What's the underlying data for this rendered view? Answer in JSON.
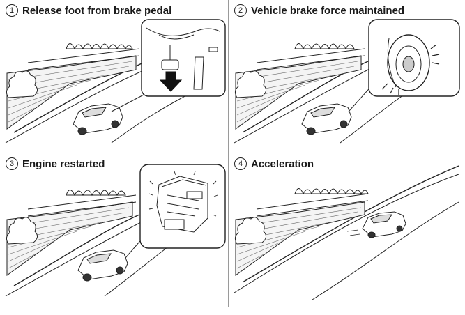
{
  "panels": [
    {
      "number": "1",
      "title": "Release foot from brake pedal"
    },
    {
      "number": "2",
      "title": "Vehicle brake force maintained"
    },
    {
      "number": "3",
      "title": "Engine restarted"
    },
    {
      "number": "4",
      "title": "Acceleration"
    }
  ]
}
